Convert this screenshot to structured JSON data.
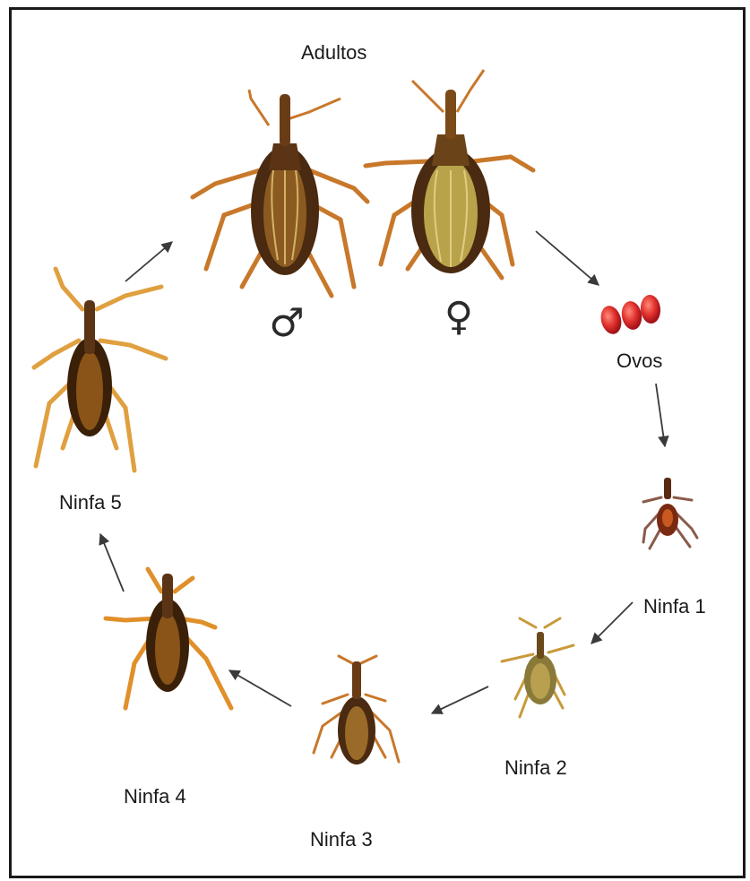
{
  "diagram": {
    "labels": {
      "adults": "Adultos",
      "eggs": "Ovos",
      "nymph1": "Ninfa 1",
      "nymph2": "Ninfa 2",
      "nymph3": "Ninfa 3",
      "nymph4": "Ninfa 4",
      "nymph5": "Ninfa 5",
      "male_symbol": "♂",
      "female_symbol": "♀"
    },
    "colors": {
      "frame": "#1a1a1a",
      "arrow": "#3a3a3a",
      "egg": "#d9262b",
      "bug_body": "#4a2a10",
      "bug_connexivum": "#c89a3a",
      "bug_legs": "#c8782a",
      "female_wing": "#b8a34a",
      "male_wing": "#8a5a20"
    }
  }
}
